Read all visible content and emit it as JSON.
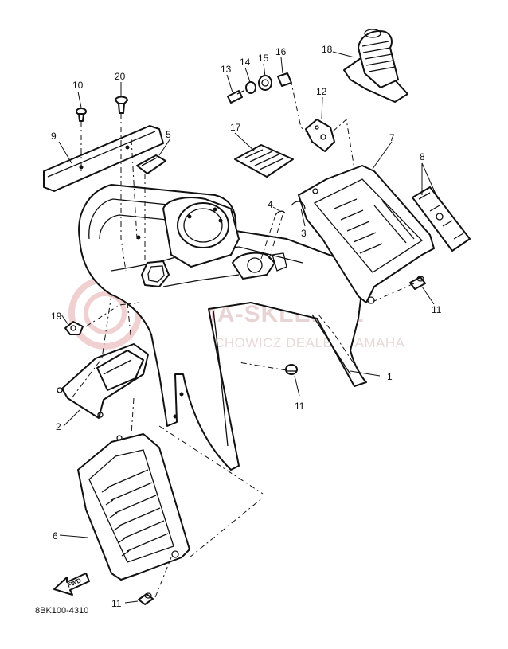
{
  "diagram_code": "8BK100-4310",
  "watermark": {
    "main": "YAMA-SKLEP.PL",
    "sub": "WOJCIECHOWICZ DEALER YAMAHA"
  },
  "fwd_label": "FWD",
  "callouts": {
    "c1": "1",
    "c2": "2",
    "c3": "3",
    "c4": "4",
    "c5": "5",
    "c6": "6",
    "c7": "7",
    "c8": "8",
    "c9": "9",
    "c10": "10",
    "c11a": "11",
    "c11b": "11",
    "c11c": "11",
    "c12": "12",
    "c13": "13",
    "c14": "14",
    "c15": "15",
    "c16": "16",
    "c17": "17",
    "c18": "18",
    "c19": "19",
    "c20": "20"
  },
  "colors": {
    "line": "#111111",
    "background": "#ffffff",
    "watermark": "#e8d4d4"
  }
}
